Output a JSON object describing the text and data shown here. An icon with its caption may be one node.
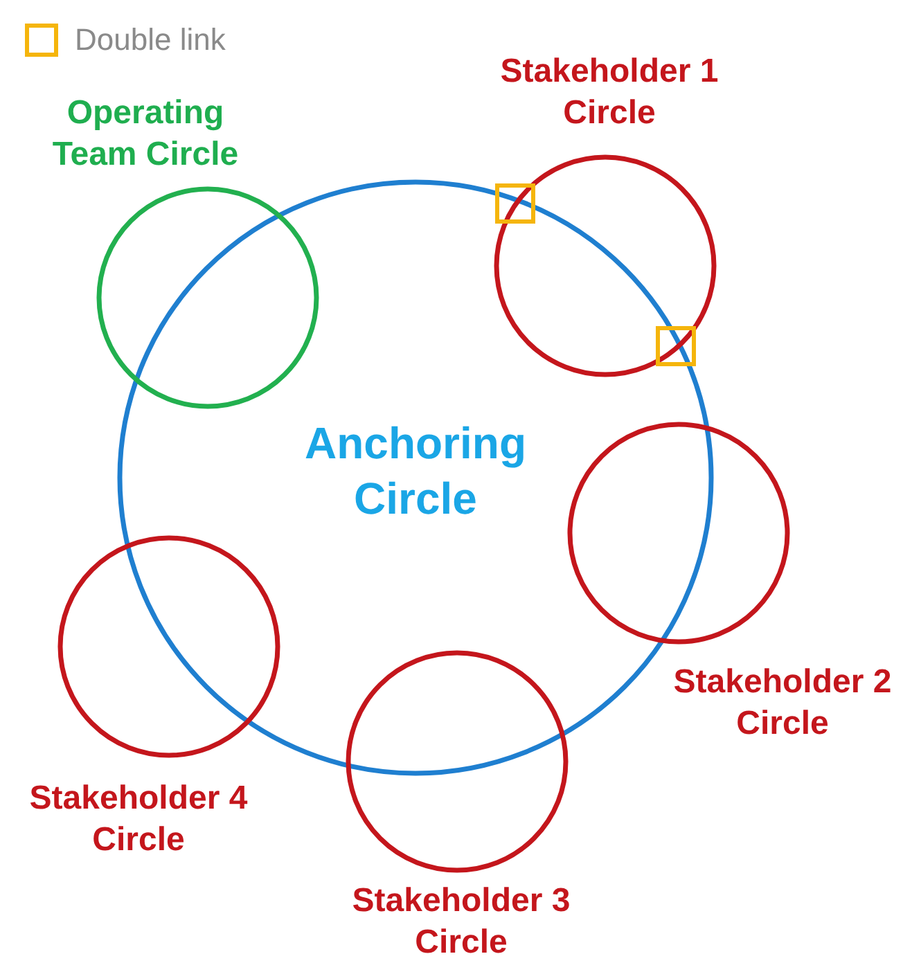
{
  "diagram": {
    "nodes": [
      {
        "text": [
          "Anchoring Circle"
        ]
      },
      {
        "text": [
          "Operating Team Circle"
        ]
      },
      {
        "text": [
          "Stakeholder 1 Circle"
        ]
      },
      {
        "text": [
          "Stakeholder 2 Circle"
        ]
      },
      {
        "text": [
          "Stakeholder 3 Circle"
        ]
      },
      {
        "text": [
          "Stakeholder 4 Circle"
        ]
      }
    ],
    "legend": [
      {
        "text": "Double link"
      }
    ]
  }
}
